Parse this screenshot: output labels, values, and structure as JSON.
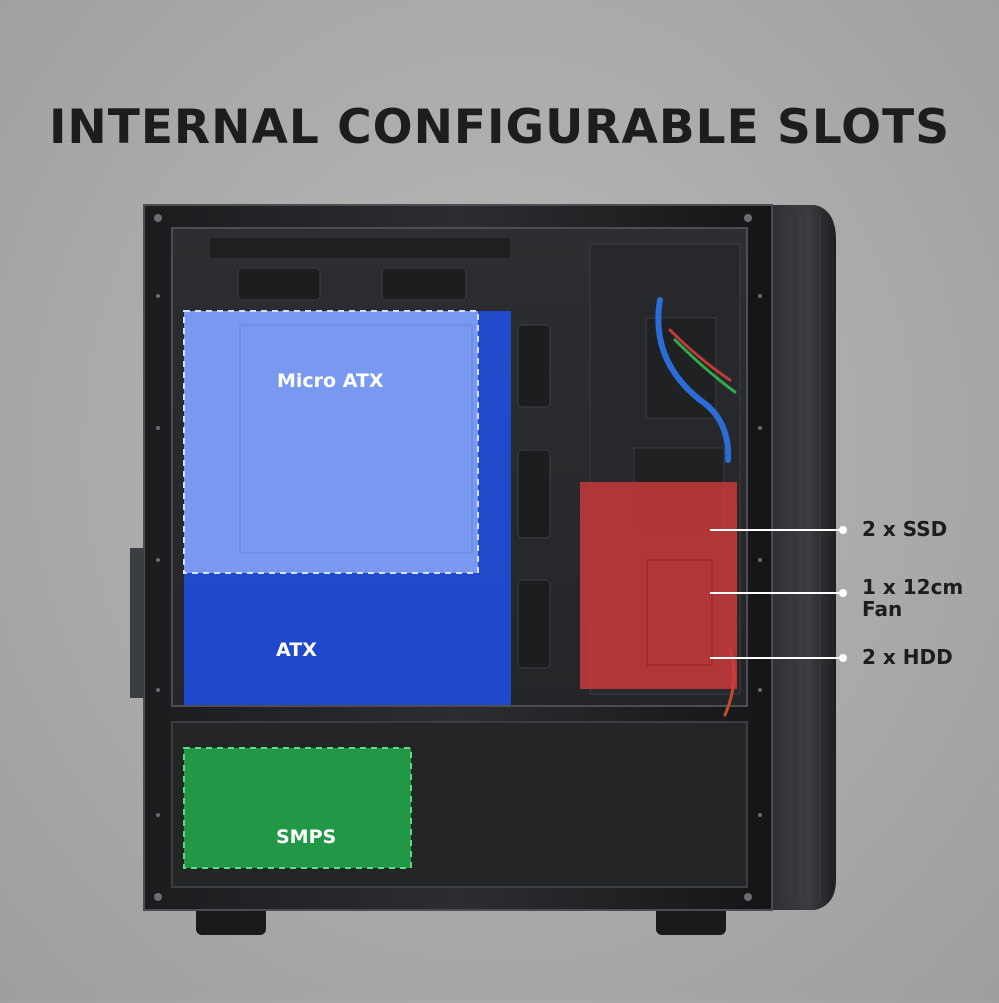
{
  "title": "INTERNAL CONFIGURABLE SLOTS",
  "zones": {
    "micro_atx": "Micro ATX",
    "atx": "ATX",
    "smps": "SMPS"
  },
  "callouts": {
    "ssd": "2 x SSD",
    "fan_line1": "1 x 12cm",
    "fan_line2": "Fan",
    "hdd": "2 x HDD"
  },
  "colors": {
    "background": "#acacac",
    "atx_overlay": "#1f4fe0",
    "micro_atx_overlay": "#7f9cf5",
    "ssd_hdd_overlay": "#d0393a",
    "smps_overlay": "#21a84a",
    "case_body": "#2a2c2e"
  }
}
